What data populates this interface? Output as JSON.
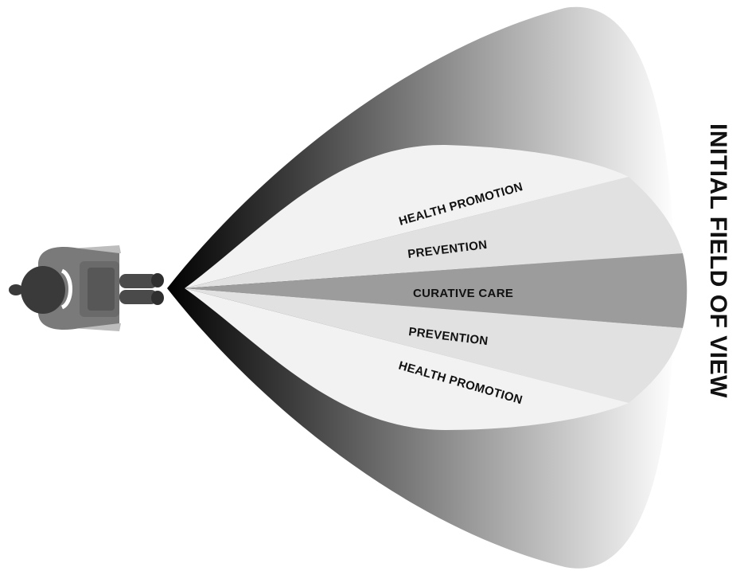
{
  "title": "INITIAL FIELD OF VIEW",
  "bands": [
    {
      "id": "health-promotion-top",
      "label": "HEALTH PROMOTION",
      "fill": "#f2f2f2"
    },
    {
      "id": "prevention-top",
      "label": "PREVENTION",
      "fill": "#e1e1e1"
    },
    {
      "id": "curative-care",
      "label": "CURATIVE CARE",
      "fill": "#9c9c9c"
    },
    {
      "id": "prevention-bottom",
      "label": "PREVENTION",
      "fill": "#e1e1e1"
    },
    {
      "id": "health-promotion-bottom",
      "label": "HEALTH PROMOTION",
      "fill": "#f2f2f2"
    }
  ],
  "colors": {
    "cone_dark": "#000000",
    "cone_light": "#ffffff",
    "person_body": "#7a7a7a",
    "person_head": "#3a3a3a",
    "text": "#111111"
  },
  "icons": [
    "person-top-view-icon"
  ]
}
